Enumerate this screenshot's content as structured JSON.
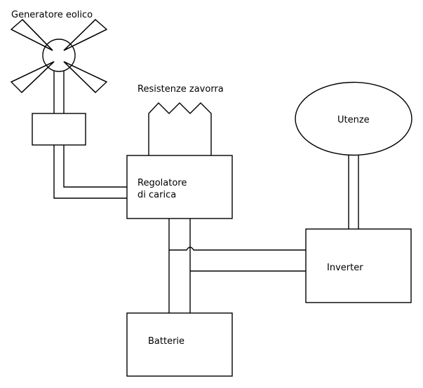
{
  "labels": {
    "generator": "Generatore eolico",
    "ballast": "Resistenze zavorra",
    "regulator_line1": "Regolatore",
    "regulator_line2": "di carica",
    "loads": "Utenze",
    "inverter": "Inverter",
    "batteries": "Batterie"
  },
  "colors": {
    "stroke": "#000000",
    "background": "#ffffff"
  }
}
